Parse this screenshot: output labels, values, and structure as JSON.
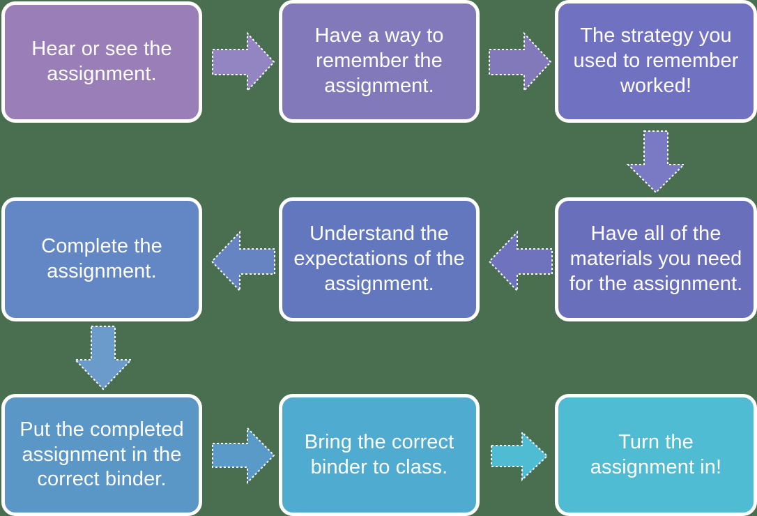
{
  "chart_data": {
    "type": "diagram",
    "title": "Assignment completion process flowchart",
    "layout": "3x3 serpentine grid",
    "node_count": 9,
    "arrow_count": 8
  },
  "diagram": {
    "background_color": "#4a6e50",
    "node_border_color": "#ffffff",
    "text_color": "#ffffff",
    "nodes": [
      {
        "id": "step-1",
        "label": "Hear or see the assignment.",
        "color": "#9a7eb8",
        "row": 1,
        "col": 1
      },
      {
        "id": "step-2",
        "label": "Have a way to remember the assignment.",
        "color": "#8279bb",
        "row": 1,
        "col": 2
      },
      {
        "id": "step-3",
        "label": "The strategy you used to remember worked!",
        "color": "#7071c0",
        "row": 1,
        "col": 3
      },
      {
        "id": "step-4",
        "label": "Have all of the materials you need for the assignment.",
        "color": "#6a6fbb",
        "row": 2,
        "col": 3
      },
      {
        "id": "step-5",
        "label": "Understand the expectations of the assignment.",
        "color": "#6277bd",
        "row": 2,
        "col": 2
      },
      {
        "id": "step-6",
        "label": "Complete the assignment.",
        "color": "#6287c4",
        "row": 2,
        "col": 1
      },
      {
        "id": "step-7",
        "label": "Put the completed assignment in the correct binder.",
        "color": "#5a96c6",
        "row": 3,
        "col": 1
      },
      {
        "id": "step-8",
        "label": "Bring the correct binder to class.",
        "color": "#4facd0",
        "row": 3,
        "col": 2
      },
      {
        "id": "step-9",
        "label": "Turn the assignment in!",
        "color": "#4fbcd3",
        "row": 3,
        "col": 3
      }
    ],
    "arrows": [
      {
        "id": "arrow-1",
        "from": "step-1",
        "to": "step-2",
        "direction": "right",
        "color": "#9384c2"
      },
      {
        "id": "arrow-2",
        "from": "step-2",
        "to": "step-3",
        "direction": "right",
        "color": "#8279bb"
      },
      {
        "id": "arrow-3",
        "from": "step-3",
        "to": "step-4",
        "direction": "down",
        "color": "#7a7ac4"
      },
      {
        "id": "arrow-4",
        "from": "step-4",
        "to": "step-5",
        "direction": "left",
        "color": "#6f73bd"
      },
      {
        "id": "arrow-5",
        "from": "step-5",
        "to": "step-6",
        "direction": "left",
        "color": "#6683c2"
      },
      {
        "id": "arrow-6",
        "from": "step-6",
        "to": "step-7",
        "direction": "down",
        "color": "#6b9bcb"
      },
      {
        "id": "arrow-7",
        "from": "step-7",
        "to": "step-8",
        "direction": "right",
        "color": "#5a9ac8"
      },
      {
        "id": "arrow-8",
        "from": "step-8",
        "to": "step-9",
        "direction": "right",
        "color": "#4fbcd3"
      }
    ]
  }
}
